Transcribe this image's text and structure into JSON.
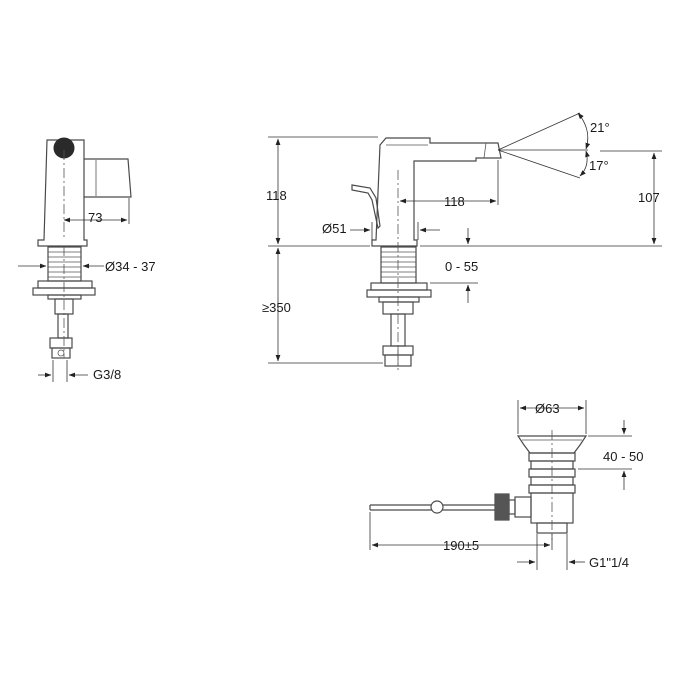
{
  "drawing": {
    "side_view": {
      "handle_depth": "73",
      "shank_diameter": "Ø34 - 37",
      "connection": "G3/8"
    },
    "front_view": {
      "height": "118",
      "spout_reach": "118",
      "base_diameter": "Ø51",
      "spout_height": "107",
      "angle_up": "21°",
      "angle_down": "17°",
      "deck_thickness": "0 - 55",
      "hose_length": "≥350"
    },
    "waste": {
      "flange_diameter": "Ø63",
      "height_range": "40 - 50",
      "rod_length": "190±5",
      "thread": "G1\"1/4"
    }
  }
}
